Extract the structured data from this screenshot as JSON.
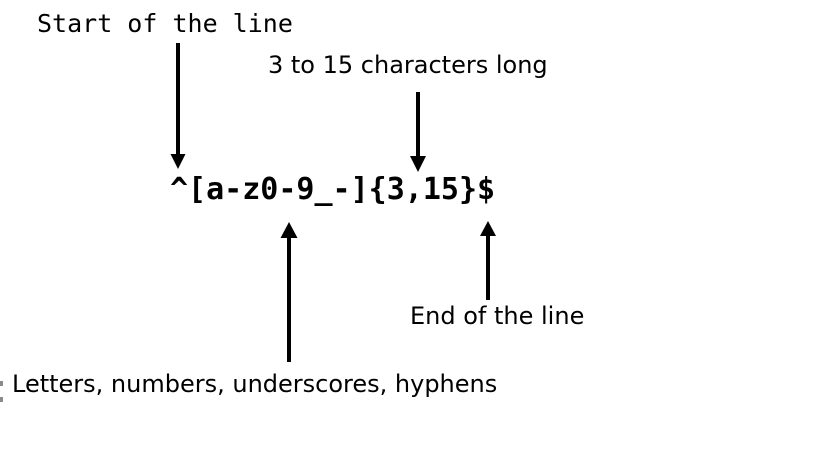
{
  "page": {
    "background_color": "#ffffff",
    "ink_color": "#000000"
  },
  "diagram": {
    "pattern": "^[a-z0-9_-]{3,15}$",
    "annotations": [
      {
        "label": "Start of the line",
        "points_to": "^",
        "arrow_direction": "down"
      },
      {
        "label": "3 to 15 characters long",
        "points_to": "{3,15}",
        "arrow_direction": "down"
      },
      {
        "label": "End of the line",
        "points_to": "$",
        "arrow_direction": "up"
      },
      {
        "label": "Letters, numbers, underscores, hyphens",
        "points_to": "[a-z0-9_-]",
        "arrow_direction": "up"
      }
    ]
  }
}
